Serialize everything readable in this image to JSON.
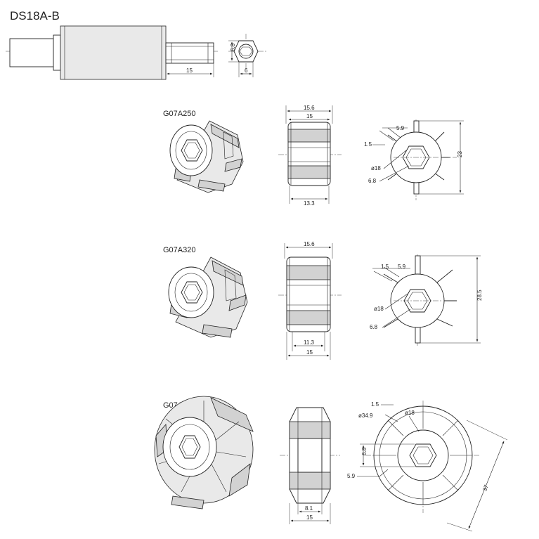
{
  "title": "DS18A-B",
  "motor": {
    "dims": {
      "shaft_length": "15",
      "hex_height": "6.8",
      "hex_width": "6"
    }
  },
  "adapters": [
    {
      "model": "G07A250",
      "dims": {
        "outer_width": "15.6",
        "inner_width": "15",
        "bottom_width": "13.3",
        "rib": "1.5",
        "slot": "5.9",
        "bore": "ø18",
        "hex": "6.8",
        "height": "23"
      }
    },
    {
      "model": "G07A320",
      "dims": {
        "outer_width": "15.6",
        "bottom_inner": "11.3",
        "bottom_width": "15",
        "rib": "1.5",
        "slot": "5.9",
        "bore": "ø18",
        "hex": "6.8",
        "height": "28.5"
      }
    },
    {
      "model": "G07A380",
      "dims": {
        "middle_width": "8.1",
        "bottom_width": "15",
        "hex": "6.8",
        "rib": "1.5",
        "outer_dia": "ø34.9",
        "bore": "ø18",
        "slot": "5.9",
        "diagonal": "37"
      }
    }
  ]
}
